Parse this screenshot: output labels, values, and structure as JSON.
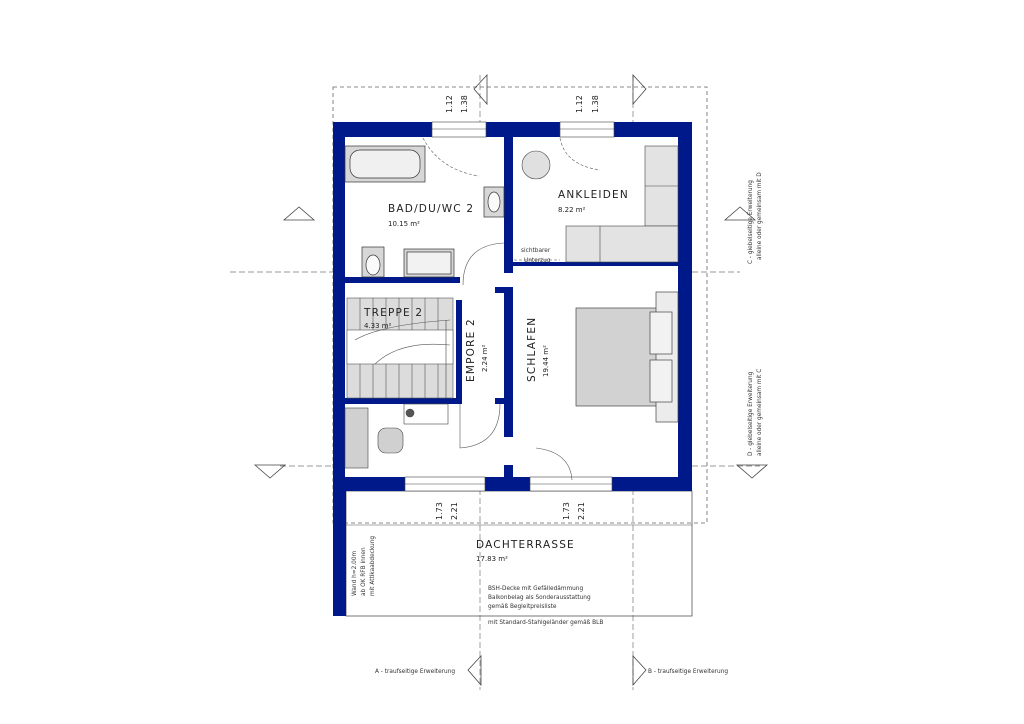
{
  "rooms": {
    "bad": {
      "name": "BAD/DU/WC 2",
      "area": "10.15 m²"
    },
    "ankleiden": {
      "name": "ANKLEIDEN",
      "area": "8.22 m²"
    },
    "treppe": {
      "name": "TREPPE 2",
      "area": "4.33 m²"
    },
    "empore": {
      "name": "EMPORE 2",
      "area": "2.24 m²"
    },
    "schlafen": {
      "name": "SCHLAFEN",
      "area": "19.44 m²"
    },
    "dachterrasse": {
      "name": "DACHTERRASSE",
      "area": "17.83 m²"
    }
  },
  "dimensions": {
    "top_left": [
      "1.12",
      "1.38"
    ],
    "top_right": [
      "1.12",
      "1.38"
    ],
    "bottom_left": [
      "1.73",
      "2.21"
    ],
    "bottom_right": [
      "1.73",
      "2.21"
    ]
  },
  "notes": {
    "sichtbarer": [
      "sichtbarer",
      "Unterzug"
    ],
    "terrace_spec": [
      "BSH-Decke mit Gefälledämmung",
      "Balkonbelag als Sonderausstattung",
      "gemäß Begleitpreisliste",
      "mit Standard-Stahlgeländer gemäß BLB"
    ],
    "wand": [
      "Wand h=2.00m",
      "ab OK RFB innen",
      "mit Attikaabdeckung"
    ]
  },
  "extensions": {
    "a": "A - traufseitige Erweiterung",
    "b": "B - traufseitige Erweiterung",
    "c": [
      "C - giebelseitige Erweiterung",
      "alleine oder gemeinsam mit D"
    ],
    "d": [
      "D - giebelseitige Erweiterung",
      "alleine oder gemeinsam mit C"
    ]
  },
  "colors": {
    "wall": "#00198a",
    "fixture": "#cccccc",
    "line": "#444444"
  }
}
